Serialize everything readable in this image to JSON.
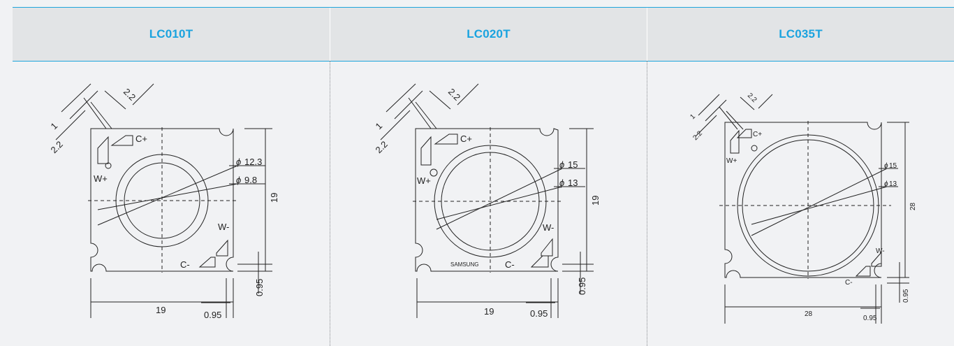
{
  "columns": [
    {
      "model": "LC010T",
      "labels": {
        "dia_outer": "12.3",
        "dia_inner": "9.8",
        "width": "19",
        "height": "19",
        "offset_x": "0.95",
        "offset_y": "0.95",
        "pad_w1": "2.2",
        "pad_w2": "2.2",
        "gap": "1",
        "c_plus": "C+",
        "c_minus": "C-",
        "w_plus": "W+",
        "w_minus": "W-",
        "phi": "ϕ"
      }
    },
    {
      "model": "LC020T",
      "labels": {
        "dia_outer": "15",
        "dia_inner": "13",
        "width": "19",
        "height": "19",
        "offset_x": "0.95",
        "offset_y": "0.95",
        "pad_w1": "2.2",
        "pad_w2": "2.2",
        "gap": "1",
        "c_plus": "C+",
        "c_minus": "C-",
        "w_plus": "W+",
        "w_minus": "W-",
        "phi": "ϕ",
        "brand": "SAMSUNG"
      }
    },
    {
      "model": "LC035T",
      "labels": {
        "dia_outer": "15",
        "dia_inner": "13",
        "width": "28",
        "height": "28",
        "offset_x": "0.95",
        "offset_y": "0.95",
        "pad_w1": "2.2",
        "pad_w2": "2.2",
        "gap": "1",
        "c_plus": "C+",
        "c_minus": "C-",
        "w_plus": "W+",
        "w_minus": "W-",
        "phi": "ϕ"
      }
    }
  ],
  "colors": {
    "accent": "#1aa3df",
    "header_bg": "#e2e4e6",
    "body_bg": "#f1f2f4",
    "line": "#222222"
  }
}
